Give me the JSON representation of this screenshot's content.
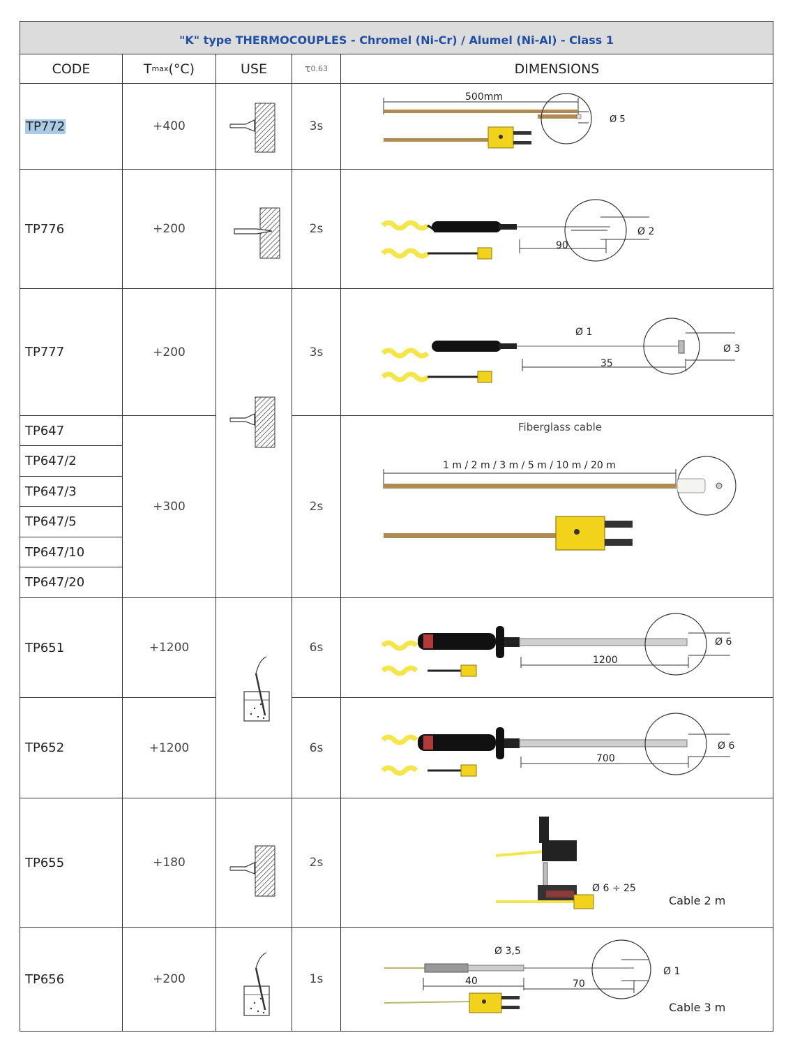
{
  "table": {
    "title": "\"K\" type THERMOCOUPLES - Chromel (Ni-Cr) / Alumel (Ni-Al) - Class 1",
    "headers": {
      "code": "CODE",
      "tmax_main": "T",
      "tmax_sub": "max",
      "tmax_unit": "(°C)",
      "use": "USE",
      "tau_main": "τ",
      "tau_sub": "0.63",
      "dimensions": "DIMENSIONS"
    },
    "rows": {
      "tp772": {
        "code": "TP772",
        "tmax": "+400",
        "tau": "3s",
        "dim_length": "500mm",
        "dim_diameter": "Ø 5"
      },
      "tp776": {
        "code": "TP776",
        "tmax": "+200",
        "tau": "2s",
        "dim_length": "90",
        "dim_diameter": "Ø 2"
      },
      "tp777": {
        "code": "TP777",
        "tmax": "+200",
        "tau": "3s",
        "dim_length": "35",
        "dim_diameter_stem": "Ø 1",
        "dim_diameter_tip": "Ø 3"
      },
      "tp647": {
        "codes": [
          "TP647",
          "TP647/2",
          "TP647/3",
          "TP647/5",
          "TP647/10",
          "TP647/20"
        ],
        "tmax": "+300",
        "tau": "2s",
        "caption": "Fiberglass cable",
        "dim_length": "1 m / 2 m / 3 m / 5 m / 10 m / 20 m"
      },
      "tp651": {
        "code": "TP651",
        "tmax": "+1200",
        "tau": "6s",
        "dim_length": "1200",
        "dim_diameter": "Ø 6"
      },
      "tp652": {
        "code": "TP652",
        "tmax": "+1200",
        "tau": "6s",
        "dim_length": "700",
        "dim_diameter": "Ø 6"
      },
      "tp655": {
        "code": "TP655",
        "tmax": "+180",
        "tau": "2s",
        "dim_range": "Ø 6 ÷ 25",
        "cable": "Cable 2 m"
      },
      "tp656": {
        "code": "TP656",
        "tmax": "+200",
        "tau": "1s",
        "dim_diameter_sheath": "Ø 3,5",
        "dim_sheath_length": "40",
        "dim_length": "70",
        "dim_diameter": "Ø 1",
        "cable": "Cable 3 m"
      }
    }
  },
  "icons": {
    "use_surface": "surface-contact-icon",
    "use_penetration": "penetration-icon",
    "use_immersion": "immersion-icon"
  },
  "colors": {
    "title_text": "#1f4fa3",
    "title_bg": "#dcdcdc",
    "highlight": "#a9cbe6",
    "connector_yellow": "#f2d21b",
    "cable_yellow": "#f4e64a",
    "fiberglass": "#b08a55"
  }
}
